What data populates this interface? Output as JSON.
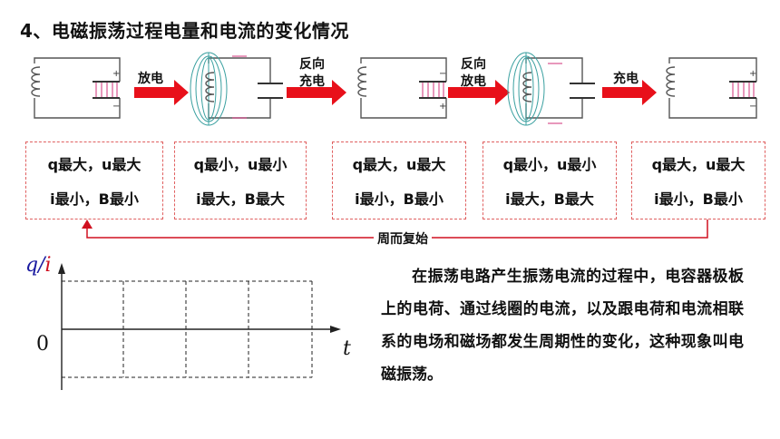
{
  "title": "4、电磁振荡过程电量和电流的变化情况",
  "process_labels": {
    "discharge": "放电",
    "reverse_charge": [
      "反向",
      "充电"
    ],
    "reverse_discharge": [
      "反向",
      "放电"
    ],
    "charge": "充电"
  },
  "states": [
    {
      "line1": "q最大，u最大",
      "line2": "i最小，B最小"
    },
    {
      "line1": "q最小，u最小",
      "line2": "i最大，B最大"
    },
    {
      "line1": "q最大，u最大",
      "line2": "i最小，B最小"
    },
    {
      "line1": "q最小，u最小",
      "line2": "i最大，B最大"
    },
    {
      "line1": "q最大，u最大",
      "line2": "i最小，B最小"
    }
  ],
  "cycle_label": "周而复始",
  "graph": {
    "y_label_q": "q",
    "y_label_slash": "/",
    "y_label_i": "i",
    "origin": "0",
    "x_label": "t"
  },
  "paragraph": "在振荡电路产生振荡电流的过程中，电容器极板上的电荷、通过线圈的电流，以及跟电荷和电流相联系的电场和磁场都发生周期性的变化，这种现象叫电磁振荡。",
  "colors": {
    "arrow": "#e8101a",
    "box_border": "#e06060",
    "field": "#3aa0a0",
    "plate_field": "#d0307a"
  }
}
